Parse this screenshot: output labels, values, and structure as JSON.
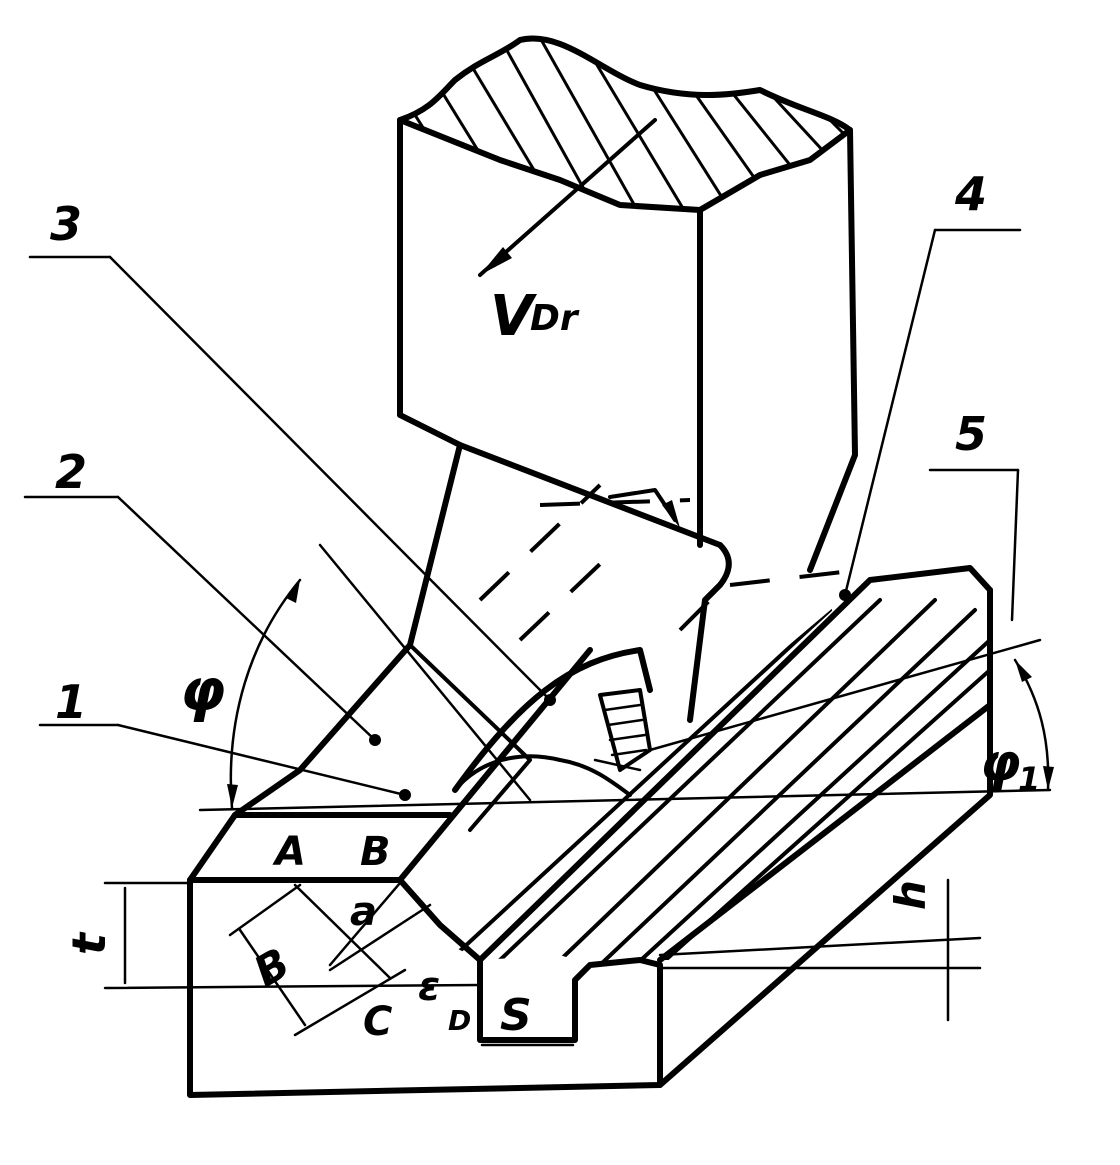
{
  "diagram": {
    "callouts": [
      "1",
      "2",
      "3",
      "4",
      "5"
    ],
    "velocity_label": "V",
    "velocity_subscript": "Dr",
    "angle_phi": "φ",
    "angle_phi1": "φ",
    "angle_phi1_subscript": "1",
    "point_a": "A",
    "point_b": "B",
    "point_c": "C",
    "width_b": "B",
    "thickness_a": "a",
    "depth_t": "t",
    "feed_s": "S",
    "residual_h": "h",
    "angle_epsilon": "ε",
    "angle_epsilon_subscript": "D"
  }
}
